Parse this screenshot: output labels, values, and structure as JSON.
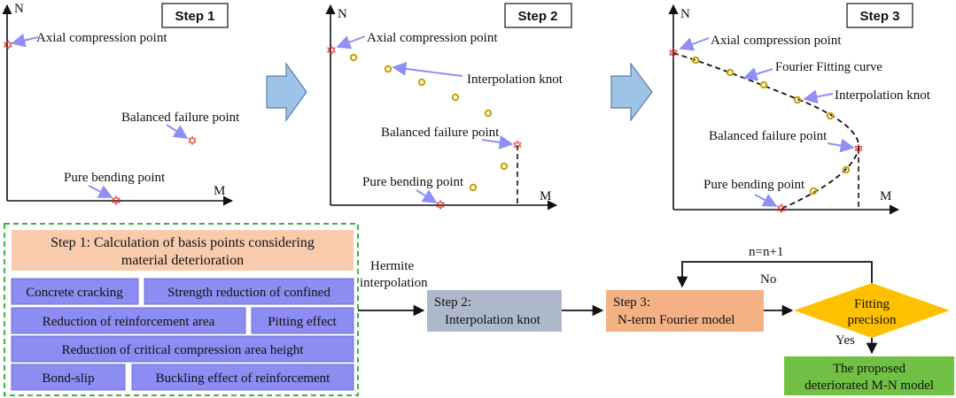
{
  "panels": [
    {
      "step": "Step 1",
      "axis_n": "N",
      "axis_m": "M",
      "labels": [
        "Axial compression point",
        "Balanced failure point",
        "Pure bending point"
      ]
    },
    {
      "step": "Step 2",
      "axis_n": "N",
      "axis_m": "M",
      "labels": [
        "Axial compression point",
        "Interpolation knot",
        "Balanced failure point",
        "Pure bending point"
      ]
    },
    {
      "step": "Step 3",
      "axis_n": "N",
      "axis_m": "M",
      "labels": [
        "Axial compression point",
        "Fourier Fitting curve",
        "Interpolation knot",
        "Balanced failure point",
        "Pure bending point"
      ]
    }
  ],
  "flow": {
    "step1_title_line1": "Step 1:   Calculation of basis points considering",
    "step1_title_line2": "material deterioration",
    "factors": [
      "Concrete cracking",
      "Strength reduction of confined",
      "Reduction of reinforcement area",
      "Pitting effect",
      "Reduction of critical compression area height",
      "Bond-slip",
      "Buckling effect of reinforcement"
    ],
    "hermite_line1": "Hermite",
    "hermite_line2": "interpolation",
    "step2_line1": "Step 2:",
    "step2_line2": "Interpolation knot",
    "step3_line1": "Step 3:",
    "step3_line2": "N-term Fourier model",
    "loop_label": "n=n+1",
    "no_label": "No",
    "decision_line1": "Fitting",
    "decision_line2": "precision",
    "yes_label": "Yes",
    "result_line1": "The proposed",
    "result_line2": "deteriorated M-N model"
  },
  "colors": {
    "arrow_label": "#8f8ff5",
    "block_arrow": "#9dc3e6",
    "step1_box": "#f8cbad",
    "factor_box": "#8c8cf2",
    "step2_box": "#adb9ca",
    "step3_box": "#f4b183",
    "decision": "#ffc000",
    "result": "#70c143",
    "dashed_border": "#3cb44b",
    "basis_point": "#e02020",
    "knot": "#c8a000"
  }
}
